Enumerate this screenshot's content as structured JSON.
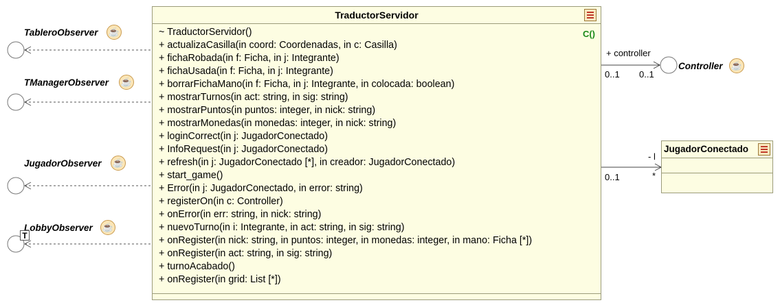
{
  "main_class": {
    "name": "TraductorServidor",
    "constructor_marker": "C()",
    "operations": [
      "~ TraductorServidor()",
      "+ actualizaCasilla(in coord: Coordenadas, in c: Casilla)",
      "+ fichaRobada(in f: Ficha, in j: Integrante)",
      "+ fichaUsada(in f: Ficha, in j: Integrante)",
      "+ borrarFichaMano(in f: Ficha, in j: Integrante, in colocada: boolean)",
      "+ mostrarTurnos(in act: string, in sig: string)",
      "+ mostrarPuntos(in puntos: integer, in nick: string)",
      "+ mostrarMonedas(in monedas: integer, in nick: string)",
      "+ loginCorrect(in j: JugadorConectado)",
      "+ InfoRequest(in j: JugadorConectado)",
      "+ refresh(in j: JugadorConectado [*], in creador: JugadorConectado)",
      "+ start_game()",
      "+ Error(in j: JugadorConectado, in error: string)",
      "+ registerOn(in c: Controller)",
      "+ onError(in err: string, in nick: string)",
      "+ nuevoTurno(in i: Integrante, in act: string, in sig: string)",
      "+ onRegister(in nick: string, in puntos: integer, in monedas: integer, in mano: Ficha [*])",
      "+ onRegister(in act: string, in sig: string)",
      "+ turnoAcabado()",
      "+ onRegister(in grid: List [*])"
    ]
  },
  "interfaces": [
    "TableroObserver",
    "TManagerObserver",
    "JugadorObserver",
    "LobbyObserver"
  ],
  "lobby_template_badge": "T",
  "controller": {
    "name": "Controller",
    "role": "+ controller",
    "mult_source": "0..1",
    "mult_target": "0..1"
  },
  "jugador_conectado": {
    "name": "JugadorConectado",
    "role": "- l",
    "mult_source": "0..1",
    "mult_target": "*"
  }
}
